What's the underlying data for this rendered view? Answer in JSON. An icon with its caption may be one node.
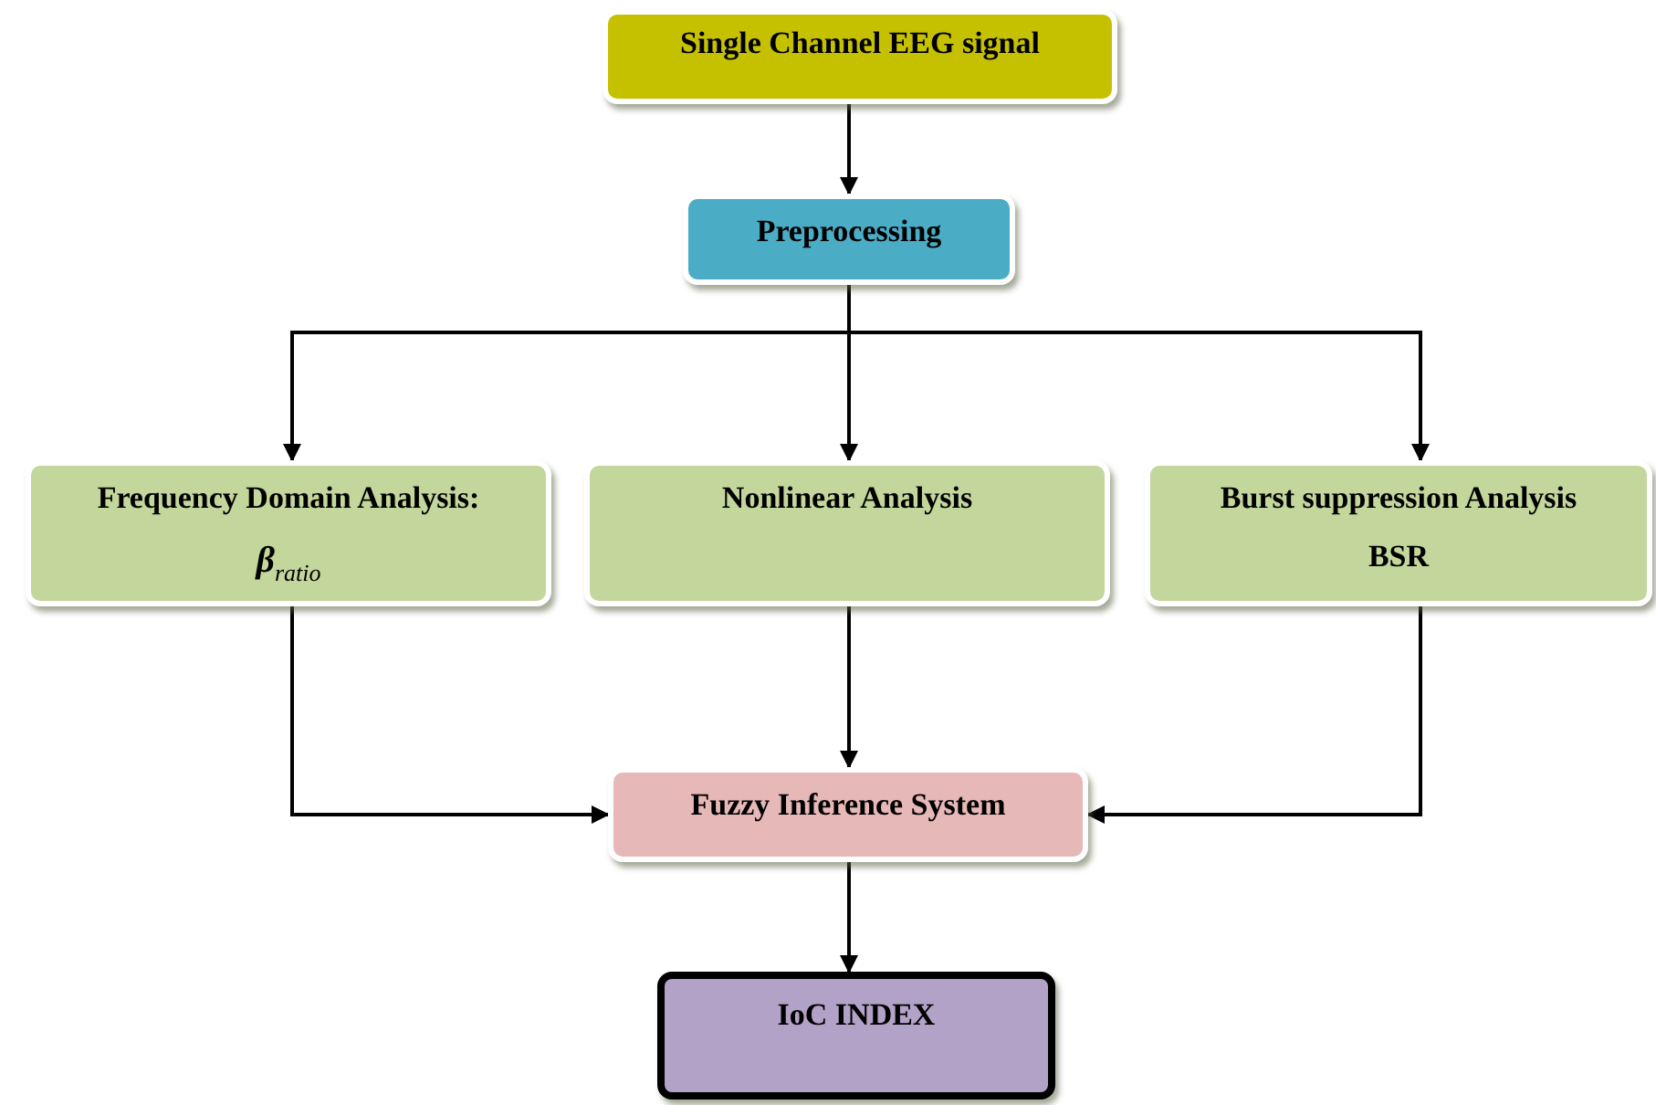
{
  "diagram": {
    "nodes": [
      {
        "text": [
          "Single Channel EEG signal"
        ]
      },
      {
        "text": [
          "Preprocessing"
        ]
      },
      {
        "text": [
          "Frequency Domain Analysis:",
          "**β**$_{ratio}$"
        ]
      },
      {
        "text": [
          "Nonlinear Analysis"
        ]
      },
      {
        "text": [
          "Burst suppression Analysis",
          "BSR"
        ]
      },
      {
        "text": [
          "Fuzzy Inference System"
        ]
      },
      {
        "text": [
          "IoC INDEX"
        ]
      }
    ],
    "edges": [
      {
        "from": 0,
        "to": 1,
        "arrow": "to"
      },
      {
        "from": 1,
        "to": 2,
        "arrow": "to"
      },
      {
        "from": 1,
        "to": 3,
        "arrow": "to"
      },
      {
        "from": 1,
        "to": 4,
        "arrow": "to"
      },
      {
        "from": 2,
        "to": 5,
        "arrow": "to"
      },
      {
        "from": 3,
        "to": 5,
        "arrow": "to"
      },
      {
        "from": 4,
        "to": 5,
        "arrow": "to"
      },
      {
        "from": 5,
        "to": 6,
        "arrow": "to"
      }
    ]
  }
}
